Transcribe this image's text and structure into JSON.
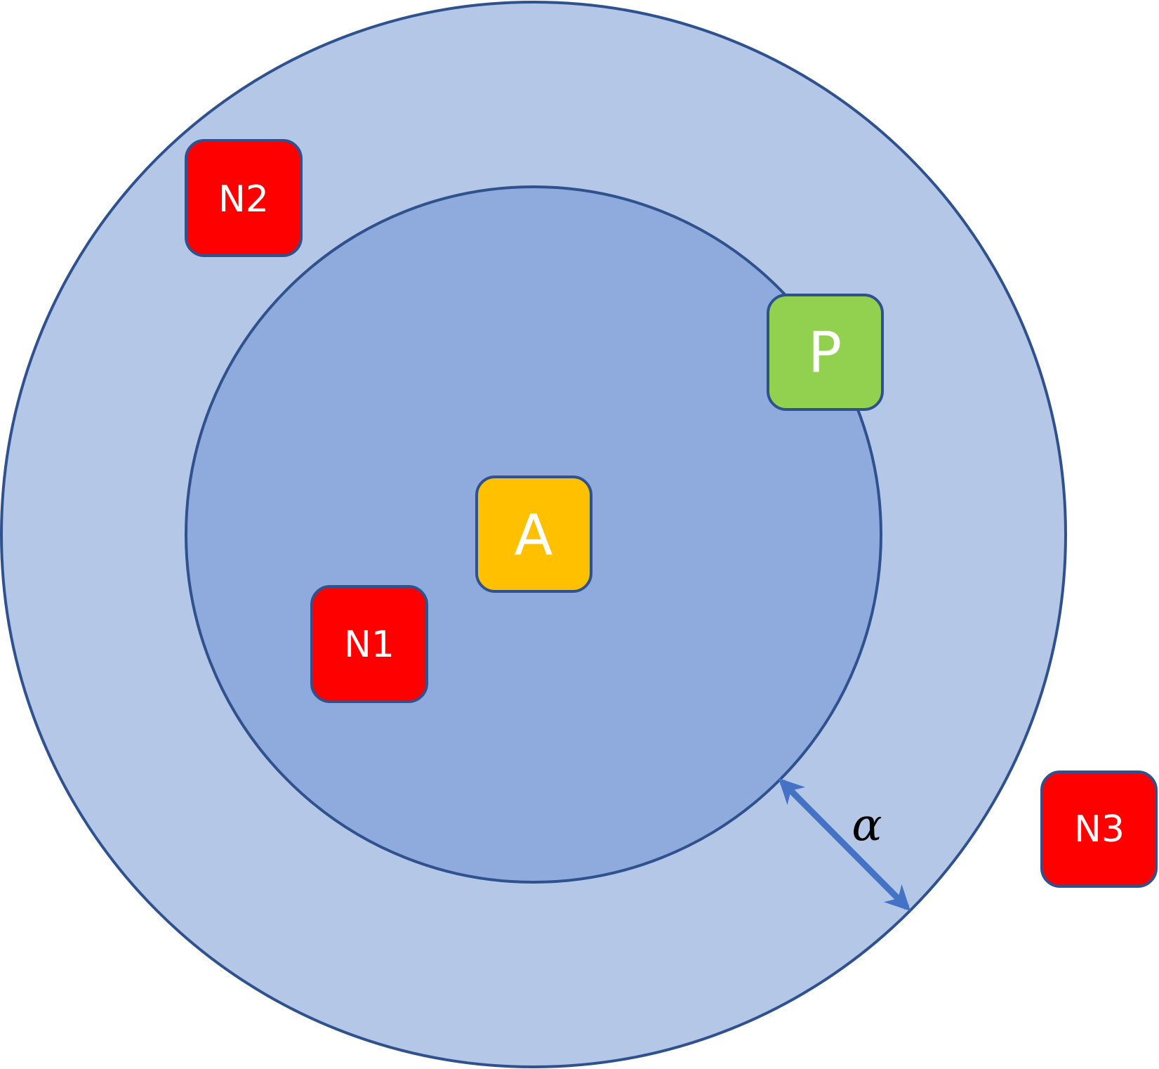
{
  "colors": {
    "outer_fill": "#b4c7e7",
    "inner_fill": "#8faadc",
    "stroke": "#2f528f",
    "negative_node": "#ff0000",
    "positive_node": "#92d050",
    "anchor_node": "#ffc000",
    "arrow": "#4472c4"
  },
  "nodes": {
    "n1": "N1",
    "n2": "N2",
    "n3": "N3",
    "p": "P",
    "a": "A"
  },
  "margin_symbol": "α"
}
